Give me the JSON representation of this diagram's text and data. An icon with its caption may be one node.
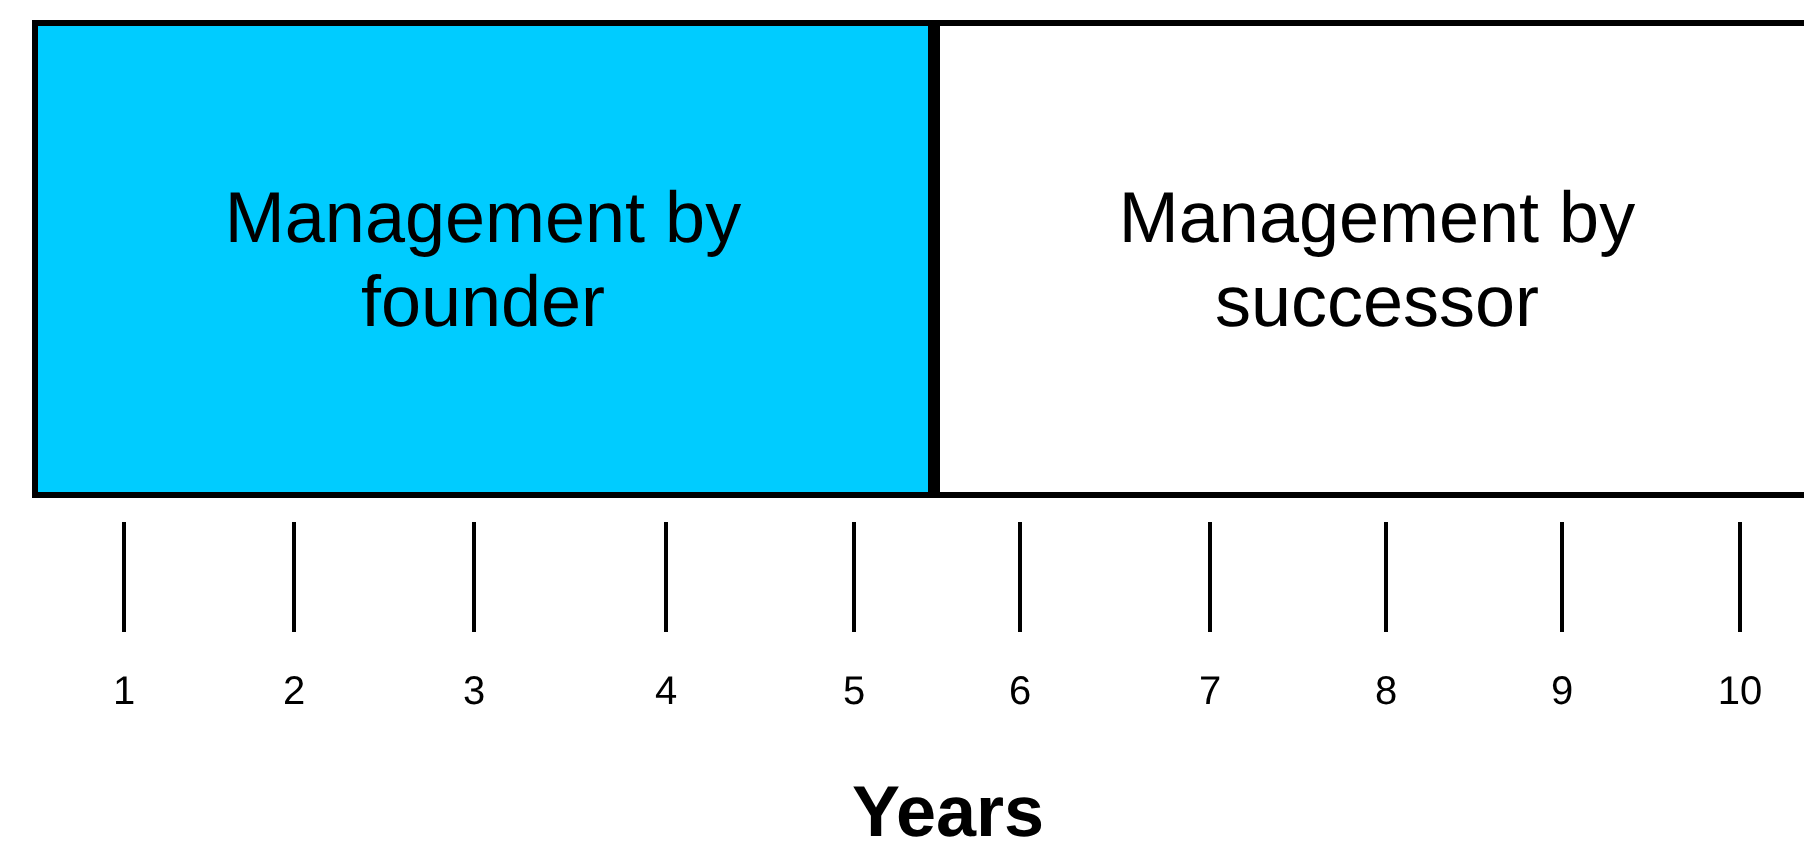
{
  "diagram": {
    "nodes": [
      {
        "text": [
          "Management by founder"
        ]
      },
      {
        "text": [
          "Management by successor"
        ]
      }
    ],
    "labels": [
      "1",
      "2",
      "3",
      "4",
      "5",
      "6",
      "7",
      "8",
      "9",
      "10",
      "Years"
    ]
  }
}
